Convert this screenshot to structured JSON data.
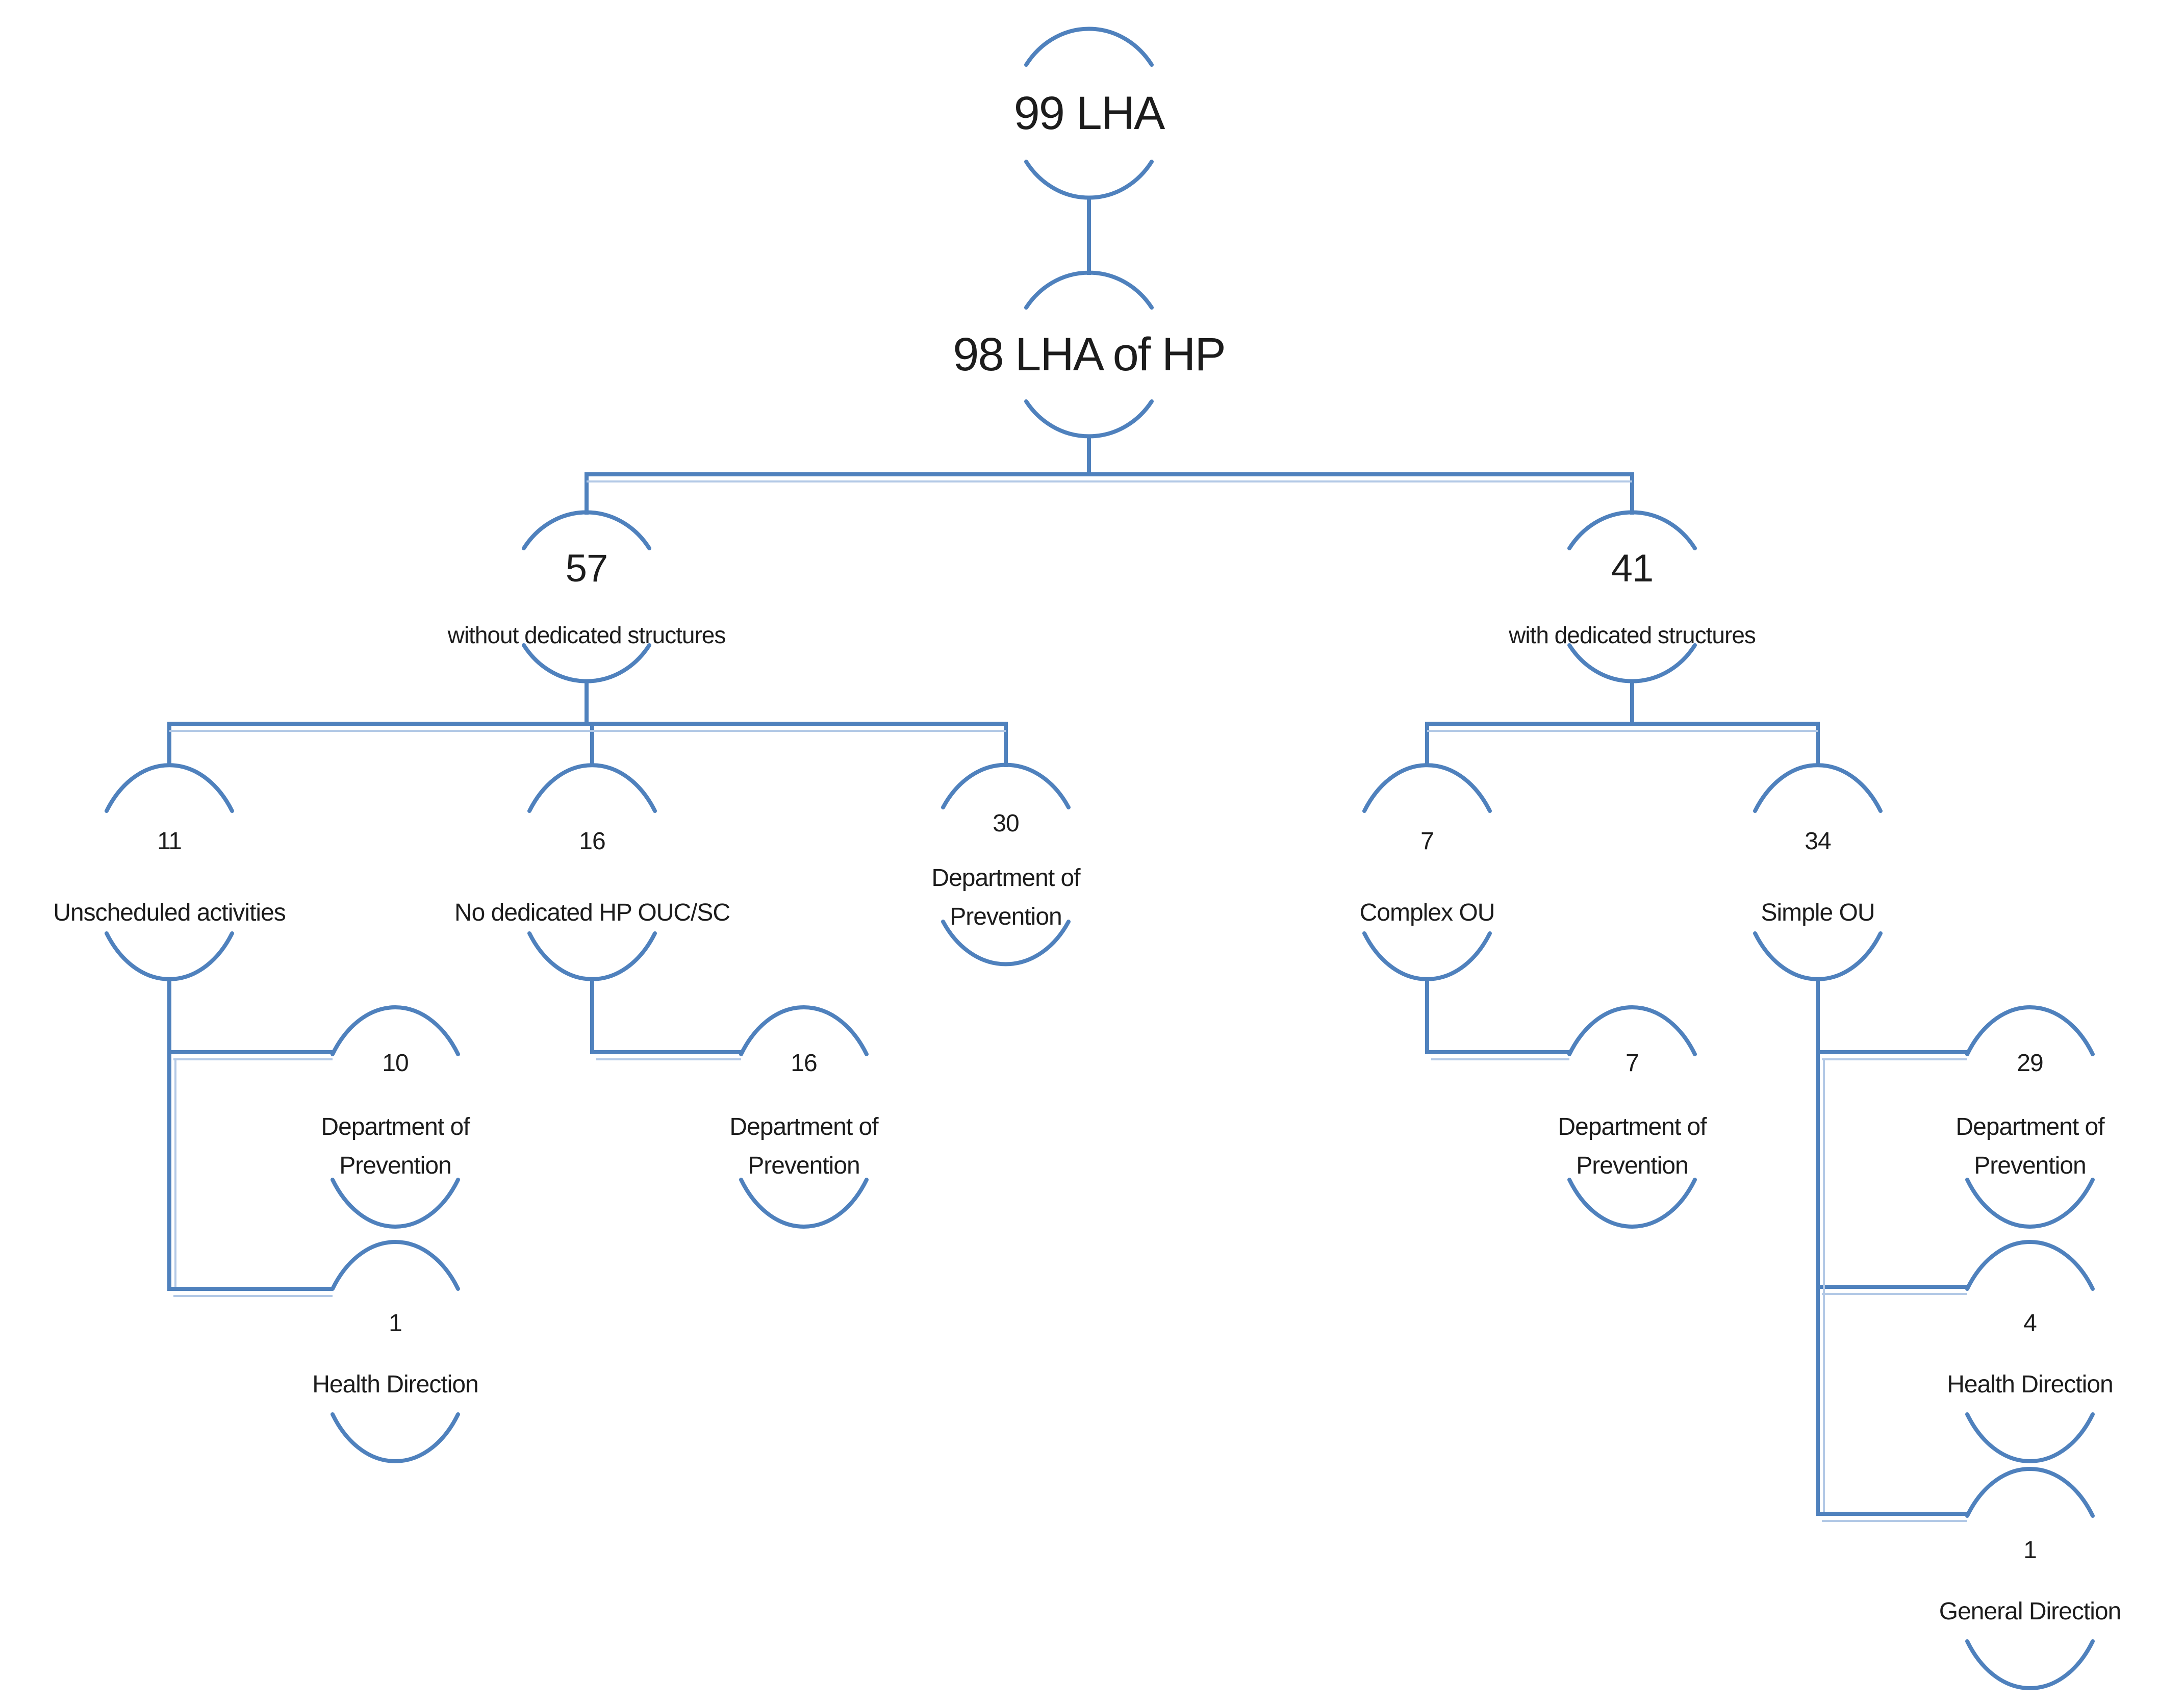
{
  "diagram": {
    "type": "hierarchy-tree",
    "description": "Breakdown of 99 Local Health Authorities by health promotion structure",
    "background_color": "#ffffff",
    "accent_color": "#4f81bd",
    "accent_light_color": "#b3c9e6",
    "text_color": "#1c1c1c",
    "node_shape": "broken-circle (top and bottom arcs with side gaps)"
  },
  "nodes": {
    "lha": {
      "text": "99 LHA"
    },
    "lha_hp": {
      "text": "98 LHA of HP"
    },
    "without": {
      "value": "57",
      "label": "without dedicated structures"
    },
    "with": {
      "value": "41",
      "label": "with dedicated structures"
    },
    "unscheduled": {
      "value": "11",
      "label": "Unscheduled activities"
    },
    "no_dedicated": {
      "value": "16",
      "label": "No dedicated HP OUC/SC"
    },
    "dop30": {
      "value": "30",
      "label": "Department of\nPrevention"
    },
    "complex_ou": {
      "value": "7",
      "label": "Complex OU"
    },
    "simple_ou": {
      "value": "34",
      "label": "Simple OU"
    },
    "dop10": {
      "value": "10",
      "label": "Department of\nPrevention"
    },
    "hd1": {
      "value": "1",
      "label": "Health Direction"
    },
    "dop16": {
      "value": "16",
      "label": "Department of\nPrevention"
    },
    "dop7": {
      "value": "7",
      "label": "Department of\nPrevention"
    },
    "dop29": {
      "value": "29",
      "label": "Department of\nPrevention"
    },
    "hd4": {
      "value": "4",
      "label": "Health Direction"
    },
    "gd1": {
      "value": "1",
      "label": "General Direction"
    }
  },
  "hierarchy": {
    "id": "lha",
    "children": [
      {
        "id": "lha_hp",
        "children": [
          {
            "id": "without",
            "children": [
              {
                "id": "unscheduled",
                "children": [
                  {
                    "id": "dop10"
                  },
                  {
                    "id": "hd1"
                  }
                ]
              },
              {
                "id": "no_dedicated",
                "children": [
                  {
                    "id": "dop16"
                  }
                ]
              },
              {
                "id": "dop30"
              }
            ]
          },
          {
            "id": "with",
            "children": [
              {
                "id": "complex_ou",
                "children": [
                  {
                    "id": "dop7"
                  }
                ]
              },
              {
                "id": "simple_ou",
                "children": [
                  {
                    "id": "dop29"
                  },
                  {
                    "id": "hd4"
                  },
                  {
                    "id": "gd1"
                  }
                ]
              }
            ]
          }
        ]
      }
    ]
  }
}
